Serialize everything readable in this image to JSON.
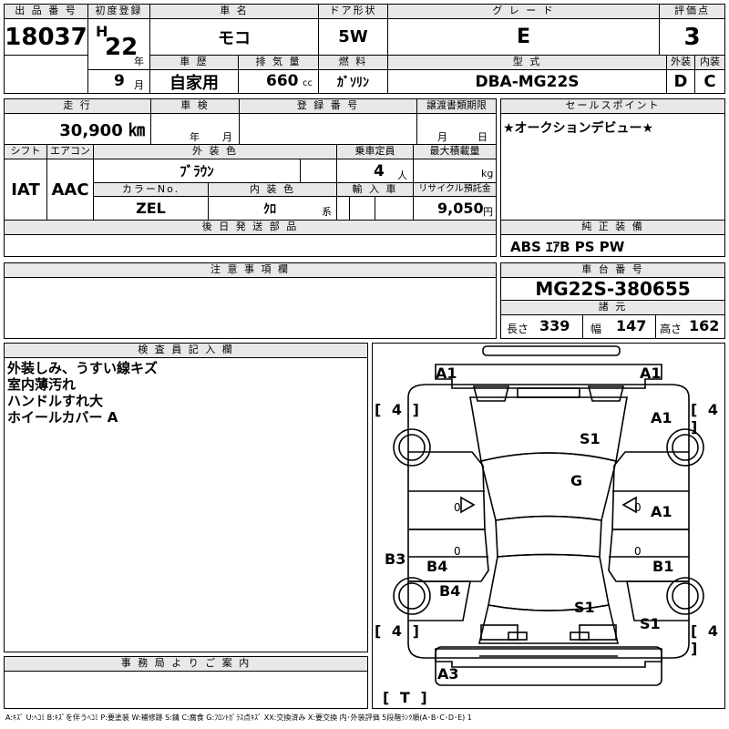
{
  "top": {
    "lot_label": "出 品 番 号",
    "lot_value": "18037",
    "first_reg_label": "初度登録",
    "era": "H",
    "year_value": "22",
    "year_unit": "年",
    "month_value": "9",
    "month_unit": "月",
    "car_name_label": "車 名",
    "car_name_value": "モコ",
    "door_label": "ドア形状",
    "door_value": "5W",
    "grade_label": "グ レ ー ド",
    "grade_value": "E",
    "score_label": "評価点",
    "score_value": "3",
    "history_label": "車 歴",
    "history_value": "自家用",
    "displacement_label": "排 気 量",
    "displacement_value": "660",
    "displacement_unit": "cc",
    "fuel_label": "燃 料",
    "fuel_value": "ｶﾞｿﾘﾝ",
    "model_label": "型 式",
    "model_value": "DBA-MG22S",
    "exterior_label": "外装",
    "exterior_value": "D",
    "interior_label": "内装",
    "interior_value": "C"
  },
  "row2": {
    "mileage_label": "走 行",
    "mileage_value": "30,900 ㎞",
    "inspection_label": "車 検",
    "inspection_year": "年",
    "inspection_month": "月",
    "registration_label": "登 録 番 号",
    "transfer_label": "譲渡書類期限",
    "transfer_month": "月",
    "transfer_day": "日",
    "sales_point_label": "セールスポイント",
    "sales_point_value": "★オークションデビュー★",
    "shift_label": "シフト",
    "shift_value": "IAT",
    "aircon_label": "エアコン",
    "aircon_value": "AAC",
    "ext_color_label": "外 装 色",
    "ext_color_value": "ﾌﾞﾗｳﾝ",
    "capacity_label": "乗車定員",
    "capacity_value": "4",
    "capacity_unit": "人",
    "max_load_label": "最大積載量",
    "max_load_unit": "kg",
    "color_no_label": "カラーNo.",
    "color_no_value": "ZEL",
    "int_color_label": "内 装 色",
    "int_color_value": "ｸﾛ",
    "int_color_unit": "系",
    "import_label": "輸 入 車",
    "recycle_label": "リサイクル預託金",
    "recycle_value": "9,050",
    "recycle_unit": "円",
    "later_parts_label": "後 日 発 送 部 品",
    "equipment_label": "純 正 装 備",
    "equipment_value": "ABS ｴｱB PS PW"
  },
  "caution": {
    "label": "注 意 事 項 欄"
  },
  "chassis": {
    "label": "車 台 番 号",
    "value": "MG22S-380655",
    "dims_label": "諸 元",
    "length_label": "長さ",
    "length_value": "339",
    "width_label": "幅",
    "width_value": "147",
    "height_label": "高さ",
    "height_value": "162"
  },
  "inspector": {
    "label": "検 査 員 記 入 欄",
    "notes": [
      "外装しみ、うすい線キズ",
      "室内薄汚れ",
      "ハンドルすれ大",
      "ホイールカバー A"
    ]
  },
  "office": {
    "label": "事 務 局 よ り ご 案 内"
  },
  "diagram": {
    "tire_fl": "[ 4 ]",
    "tire_fr": "[ 4 ]",
    "tire_rl": "[ 4 ]",
    "tire_rr": "[ 4 ]",
    "spare": "[ T ]",
    "marks": {
      "a1_left_top": "A1",
      "a1_right_top": "A1",
      "a1_right_fender": "A1",
      "s1_hood": "S1",
      "g_windshield": "G",
      "a1_right_door": "A1",
      "zero_left_front": "0",
      "zero_right_front": "0",
      "zero_left_rear": "0",
      "zero_right_rear": "0",
      "b3_left": "B3",
      "b4_left_door": "B4",
      "b1_right_door": "B1",
      "b4_left_rear": "B4",
      "s1_roof_rear": "S1",
      "s1_right_rear": "S1",
      "a3_rear": "A3"
    }
  },
  "legend": "A:ｷｽﾞ U:ﾍｺﾐ B:ｷｽﾞを伴うﾍｺﾐ P:要塗装 W:補修跡 S:錆 C:腐食 G:ﾌﾛﾝﾄｶﾞﾗｽ点ｷｽﾞ XX:交換済み X:要交換 内･外装評価 5段階ﾗﾝｸ順(A･B･C･D･E) 1"
}
